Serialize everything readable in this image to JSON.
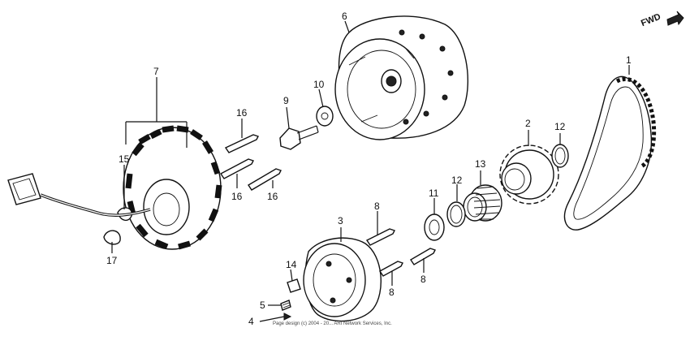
{
  "direction_label": "FWD",
  "copyright": "Page design (c) 2004 - 20... ARI Network Services, Inc.",
  "callouts": {
    "c1": "1",
    "c2": "2",
    "c3": "3",
    "c4": "4",
    "c5": "5",
    "c6": "6",
    "c7": "7",
    "c8a": "8",
    "c8b": "8",
    "c8c": "8",
    "c9": "9",
    "c10": "10",
    "c11": "11",
    "c12a": "12",
    "c12b": "12",
    "c13": "13",
    "c14": "14",
    "c15": "15",
    "c16a": "16",
    "c16b": "16",
    "c16c": "16",
    "c17": "17"
  },
  "colors": {
    "ink": "#111111",
    "paper": "#ffffff"
  }
}
